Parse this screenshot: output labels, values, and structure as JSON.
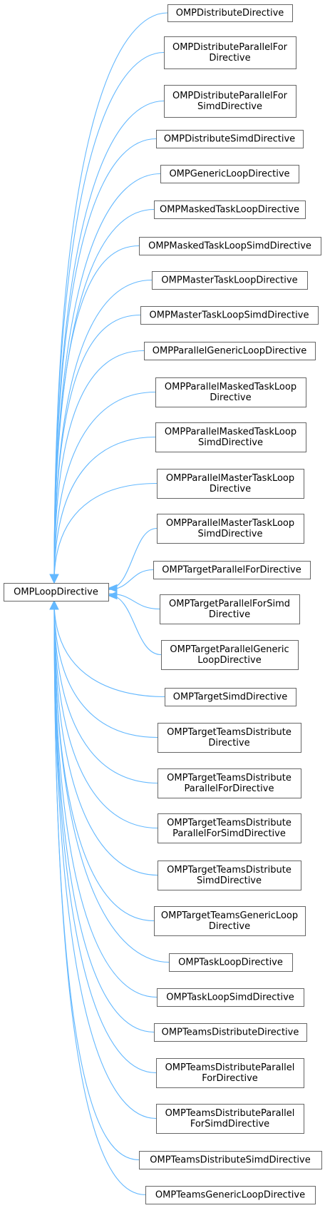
{
  "colors": {
    "edge": "#63b8ff",
    "box_border": "#666666"
  },
  "base": {
    "lines": [
      "OMPLoopDirective"
    ]
  },
  "derived": [
    {
      "lines": [
        "OMPDistributeDirective"
      ]
    },
    {
      "lines": [
        "OMPDistributeParallelFor",
        "Directive"
      ]
    },
    {
      "lines": [
        "OMPDistributeParallelFor",
        "SimdDirective"
      ]
    },
    {
      "lines": [
        "OMPDistributeSimdDirective"
      ]
    },
    {
      "lines": [
        "OMPGenericLoopDirective"
      ]
    },
    {
      "lines": [
        "OMPMaskedTaskLoopDirective"
      ]
    },
    {
      "lines": [
        "OMPMaskedTaskLoopSimdDirective"
      ]
    },
    {
      "lines": [
        "OMPMasterTaskLoopDirective"
      ]
    },
    {
      "lines": [
        "OMPMasterTaskLoopSimdDirective"
      ]
    },
    {
      "lines": [
        "OMPParallelGenericLoopDirective"
      ]
    },
    {
      "lines": [
        "OMPParallelMaskedTaskLoop",
        "Directive"
      ]
    },
    {
      "lines": [
        "OMPParallelMaskedTaskLoop",
        "SimdDirective"
      ]
    },
    {
      "lines": [
        "OMPParallelMasterTaskLoop",
        "Directive"
      ]
    },
    {
      "lines": [
        "OMPParallelMasterTaskLoop",
        "SimdDirective"
      ]
    },
    {
      "lines": [
        "OMPTargetParallelForDirective"
      ]
    },
    {
      "lines": [
        "OMPTargetParallelForSimd",
        "Directive"
      ]
    },
    {
      "lines": [
        "OMPTargetParallelGeneric",
        "LoopDirective"
      ]
    },
    {
      "lines": [
        "OMPTargetSimdDirective"
      ]
    },
    {
      "lines": [
        "OMPTargetTeamsDistribute",
        "Directive"
      ]
    },
    {
      "lines": [
        "OMPTargetTeamsDistribute",
        "ParallelForDirective"
      ]
    },
    {
      "lines": [
        "OMPTargetTeamsDistribute",
        "ParallelForSimdDirective"
      ]
    },
    {
      "lines": [
        "OMPTargetTeamsDistribute",
        "SimdDirective"
      ]
    },
    {
      "lines": [
        "OMPTargetTeamsGenericLoop",
        "Directive"
      ]
    },
    {
      "lines": [
        "OMPTaskLoopDirective"
      ]
    },
    {
      "lines": [
        "OMPTaskLoopSimdDirective"
      ]
    },
    {
      "lines": [
        "OMPTeamsDistributeDirective"
      ]
    },
    {
      "lines": [
        "OMPTeamsDistributeParallel",
        "ForDirective"
      ]
    },
    {
      "lines": [
        "OMPTeamsDistributeParallel",
        "ForSimdDirective"
      ]
    },
    {
      "lines": [
        "OMPTeamsDistributeSimdDirective"
      ]
    },
    {
      "lines": [
        "OMPTeamsGenericLoopDirective"
      ]
    }
  ]
}
